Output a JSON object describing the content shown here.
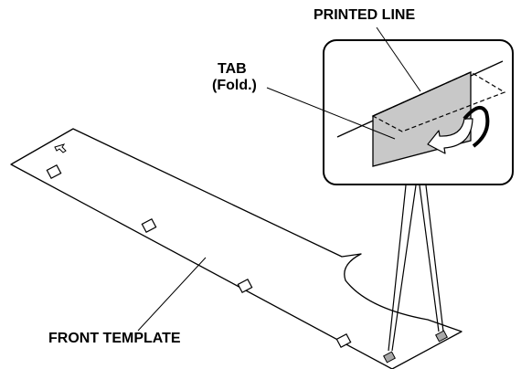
{
  "labels": {
    "printed_line": "PRINTED LINE",
    "tab": "TAB",
    "tab_fold": "(Fold.)",
    "front_template": "FRONT TEMPLATE"
  },
  "colors": {
    "line": "#000000",
    "tab_fill": "#c8c8c8",
    "square_fill": "#a8a8a8",
    "background": "#ffffff"
  },
  "icons": {
    "orientation_arrow": "arrow-icon",
    "fold_direction": "curved-arrow-icon"
  }
}
